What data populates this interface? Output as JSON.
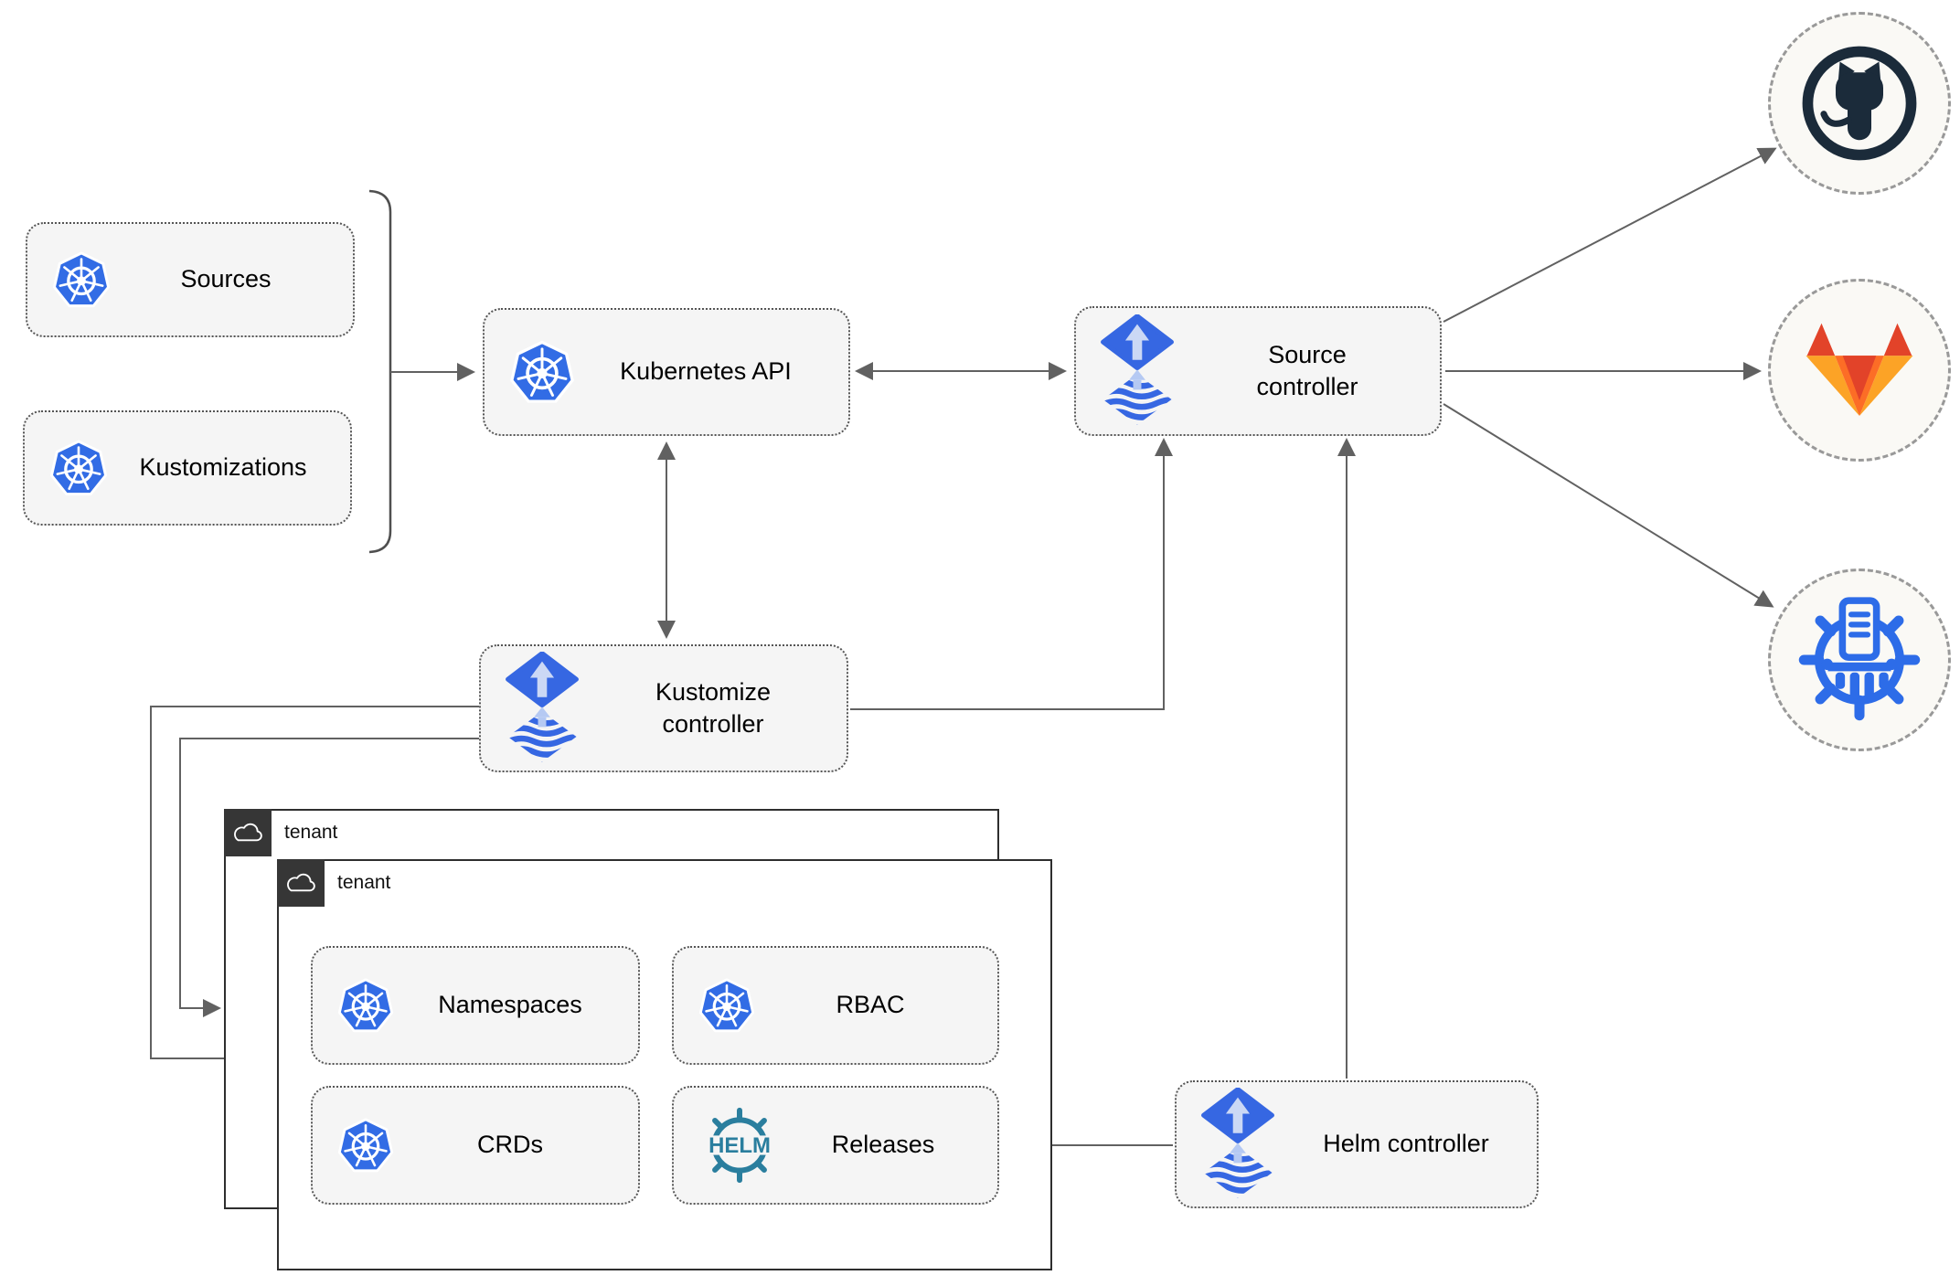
{
  "nodes": {
    "sources": {
      "label": "Sources",
      "icon": "kubernetes-icon"
    },
    "kustomizations": {
      "label": "Kustomizations",
      "icon": "kubernetes-icon"
    },
    "kubernetes_api": {
      "label": "Kubernetes API",
      "icon": "kubernetes-icon"
    },
    "source_controller": {
      "label": "Source controller",
      "icon": "flux-icon"
    },
    "kustomize_controller": {
      "label": "Kustomize controller",
      "icon": "flux-icon"
    },
    "helm_controller": {
      "label": "Helm controller",
      "icon": "flux-icon"
    },
    "namespaces": {
      "label": "Namespaces",
      "icon": "kubernetes-icon"
    },
    "rbac": {
      "label": "RBAC",
      "icon": "kubernetes-icon"
    },
    "crds": {
      "label": "CRDs",
      "icon": "kubernetes-icon"
    },
    "releases": {
      "label": "Releases",
      "icon": "helm-icon"
    }
  },
  "tenants": {
    "outer": {
      "label": "tenant",
      "icon": "cloud-icon"
    },
    "inner": {
      "label": "tenant",
      "icon": "cloud-icon"
    }
  },
  "remotes": {
    "github": {
      "icon": "github-icon"
    },
    "gitlab": {
      "icon": "gitlab-icon"
    },
    "chartmuseum": {
      "icon": "chartmuseum-icon"
    }
  },
  "icons": {
    "helm_wordmark": "HELM"
  },
  "edges": [
    {
      "from": "sources+kustomizations bracket",
      "to": "kubernetes_api",
      "arrows": "end"
    },
    {
      "from": "kubernetes_api",
      "to": "source_controller",
      "arrows": "both"
    },
    {
      "from": "kubernetes_api",
      "to": "kustomize_controller",
      "arrows": "both"
    },
    {
      "from": "kustomize_controller",
      "to": "source_controller",
      "arrows": "end"
    },
    {
      "from": "kustomize_controller",
      "to": "tenant_outer",
      "arrows": "end"
    },
    {
      "from": "kustomize_controller",
      "to": "tenant_inner",
      "arrows": "end"
    },
    {
      "from": "helm_controller",
      "to": "source_controller",
      "arrows": "end"
    },
    {
      "from": "helm_controller",
      "to": "releases",
      "arrows": "end"
    },
    {
      "from": "source_controller",
      "to": "github",
      "arrows": "end"
    },
    {
      "from": "source_controller",
      "to": "gitlab",
      "arrows": "end"
    },
    {
      "from": "source_controller",
      "to": "chartmuseum",
      "arrows": "end"
    }
  ],
  "colors": {
    "kubernetes_blue": "#326CE5",
    "flux_blue": "#3667E2",
    "flux_arrow_light": "#CBD8F5",
    "github_dark": "#1B2B3A",
    "gitlab_red": "#E24329",
    "gitlab_orange": "#FC6D26",
    "gitlab_light_orange": "#FCA326",
    "helm_teal": "#2A7E9E",
    "chartmuseum_blue": "#2D6CE8",
    "node_fill": "#F5F5F5",
    "remote_fill": "#FAF9F5",
    "line_gray": "#616161",
    "tenant_badge_bg": "#363636"
  }
}
